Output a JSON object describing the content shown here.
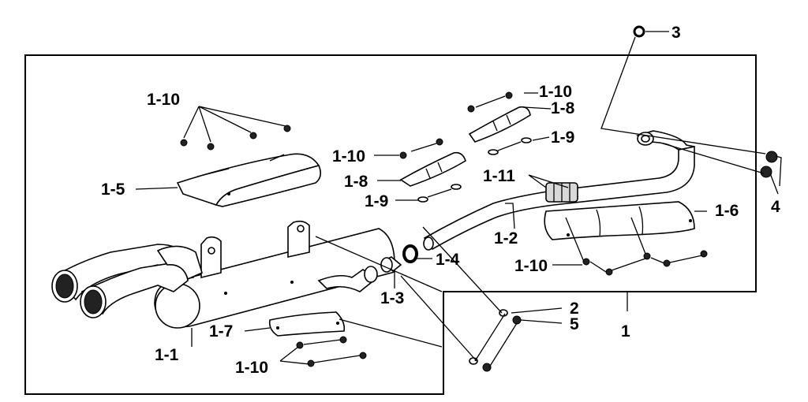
{
  "labels": {
    "l_1_10_a": "1-10",
    "l_1_10_b": "1-10",
    "l_1_10_c": "1-10",
    "l_1_10_d": "1-10",
    "l_1_10_e": "1-10",
    "l_1_8_a": "1-8",
    "l_1_8_b": "1-8",
    "l_1_9_a": "1-9",
    "l_1_9_b": "1-9",
    "l_1_11": "1-11",
    "l_1_5": "1-5",
    "l_1_6": "1-6",
    "l_1_2": "1-2",
    "l_1_4": "1-4",
    "l_1_3": "1-3",
    "l_1_1": "1-1",
    "l_1_7": "1-7",
    "l_1": "1",
    "l_2": "2",
    "l_3": "3",
    "l_4": "4",
    "l_5": "5"
  }
}
